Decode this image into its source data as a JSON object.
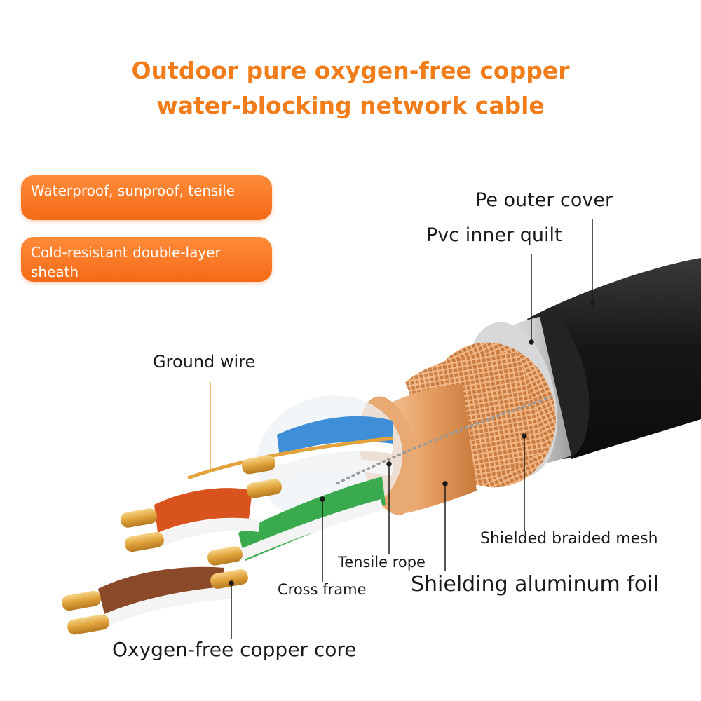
{
  "title": {
    "line1": "Outdoor pure oxygen-free copper",
    "line2": "water-blocking network cable"
  },
  "features": [
    "Waterproof, sunproof, tensile",
    "Cold-resistant double-layer sheath"
  ],
  "labels": {
    "pe_outer_cover": "Pe outer cover",
    "pvc_inner_quilt": "Pvc inner quilt",
    "ground_wire": "Ground wire",
    "shielded_braided_mesh": "Shielded braided mesh",
    "tensile_rope": "Tensile rope",
    "shielding_aluminum_foil": "Shielding aluminum foil",
    "cross_frame": "Cross frame",
    "oxygen_free_copper_core": "Oxygen-free copper core"
  },
  "colors": {
    "accent_orange": "#f07d1a",
    "outer_jacket": "#1f1f1f",
    "inner_jacket": "#cfcfcf",
    "braid_copper": "#d98a4e",
    "foil": "#e7a46c",
    "pair_blue": "#3f8fd8",
    "pair_green": "#3aaa4e",
    "pair_orange": "#d9531f",
    "pair_brown": "#8a4a2a",
    "copper_conductor": "#e2a543"
  }
}
